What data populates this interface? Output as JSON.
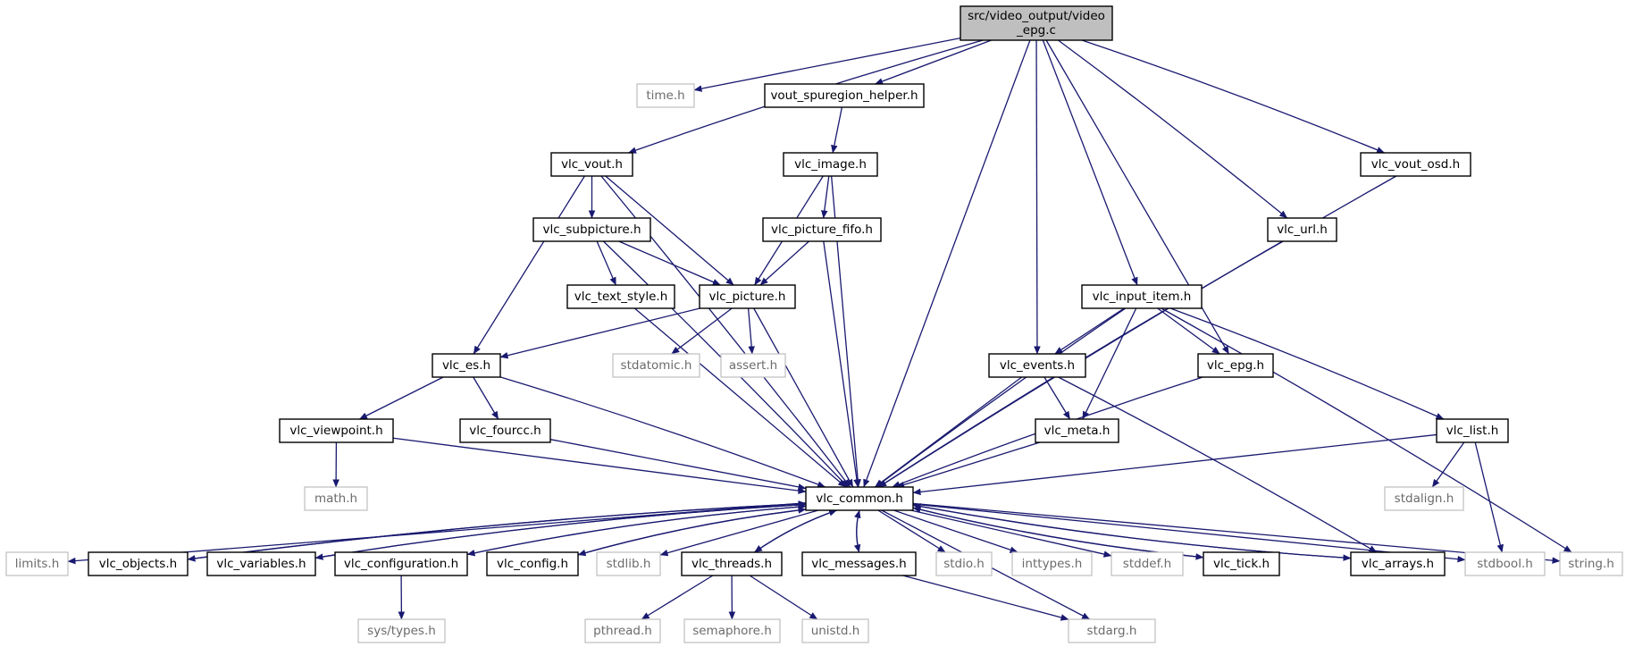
{
  "colors": {
    "edge": "#191970",
    "border_bold": "#000000",
    "border_light": "#bfbfbf",
    "root_fill": "#bfbfbf",
    "node_fill": "#ffffff",
    "text_dark": "#000000",
    "text_light": "#6b6b6b"
  },
  "nodes": [
    {
      "id": "root",
      "label": "src/video_output/video_epg.c",
      "lines": [
        "src/video_output/video",
        "_epg.c"
      ],
      "style": "root"
    },
    {
      "id": "time",
      "label": "time.h",
      "style": "light"
    },
    {
      "id": "vout_spuregion_helper",
      "label": "vout_spuregion_helper.h",
      "style": "bold"
    },
    {
      "id": "vlc_vout",
      "label": "vlc_vout.h",
      "style": "bold"
    },
    {
      "id": "vlc_image",
      "label": "vlc_image.h",
      "style": "bold"
    },
    {
      "id": "vlc_vout_osd",
      "label": "vlc_vout_osd.h",
      "style": "bold"
    },
    {
      "id": "vlc_subpicture",
      "label": "vlc_subpicture.h",
      "style": "bold"
    },
    {
      "id": "vlc_picture_fifo",
      "label": "vlc_picture_fifo.h",
      "style": "bold"
    },
    {
      "id": "vlc_url",
      "label": "vlc_url.h",
      "style": "bold"
    },
    {
      "id": "vlc_text_style",
      "label": "vlc_text_style.h",
      "style": "bold"
    },
    {
      "id": "vlc_picture",
      "label": "vlc_picture.h",
      "style": "bold"
    },
    {
      "id": "vlc_input_item",
      "label": "vlc_input_item.h",
      "style": "bold"
    },
    {
      "id": "vlc_es",
      "label": "vlc_es.h",
      "style": "bold"
    },
    {
      "id": "stdatomic",
      "label": "stdatomic.h",
      "style": "light"
    },
    {
      "id": "assert",
      "label": "assert.h",
      "style": "light"
    },
    {
      "id": "vlc_events",
      "label": "vlc_events.h",
      "style": "bold"
    },
    {
      "id": "vlc_epg",
      "label": "vlc_epg.h",
      "style": "bold"
    },
    {
      "id": "vlc_viewpoint",
      "label": "vlc_viewpoint.h",
      "style": "bold"
    },
    {
      "id": "vlc_fourcc",
      "label": "vlc_fourcc.h",
      "style": "bold"
    },
    {
      "id": "vlc_meta",
      "label": "vlc_meta.h",
      "style": "bold"
    },
    {
      "id": "vlc_list",
      "label": "vlc_list.h",
      "style": "bold"
    },
    {
      "id": "math",
      "label": "math.h",
      "style": "light"
    },
    {
      "id": "vlc_common",
      "label": "vlc_common.h",
      "style": "bold"
    },
    {
      "id": "stdalign",
      "label": "stdalign.h",
      "style": "light"
    },
    {
      "id": "limits",
      "label": "limits.h",
      "style": "light"
    },
    {
      "id": "vlc_objects",
      "label": "vlc_objects.h",
      "style": "bold"
    },
    {
      "id": "vlc_variables",
      "label": "vlc_variables.h",
      "style": "bold"
    },
    {
      "id": "vlc_configuration",
      "label": "vlc_configuration.h",
      "style": "bold"
    },
    {
      "id": "vlc_config",
      "label": "vlc_config.h",
      "style": "bold"
    },
    {
      "id": "stdlib",
      "label": "stdlib.h",
      "style": "light"
    },
    {
      "id": "vlc_threads",
      "label": "vlc_threads.h",
      "style": "bold"
    },
    {
      "id": "vlc_messages",
      "label": "vlc_messages.h",
      "style": "bold"
    },
    {
      "id": "stdio",
      "label": "stdio.h",
      "style": "light"
    },
    {
      "id": "inttypes",
      "label": "inttypes.h",
      "style": "light"
    },
    {
      "id": "stddef",
      "label": "stddef.h",
      "style": "light"
    },
    {
      "id": "vlc_tick",
      "label": "vlc_tick.h",
      "style": "bold"
    },
    {
      "id": "vlc_arrays",
      "label": "vlc_arrays.h",
      "style": "bold"
    },
    {
      "id": "stdbool",
      "label": "stdbool.h",
      "style": "light"
    },
    {
      "id": "string",
      "label": "string.h",
      "style": "light"
    },
    {
      "id": "sys_types",
      "label": "sys/types.h",
      "style": "light"
    },
    {
      "id": "pthread",
      "label": "pthread.h",
      "style": "light"
    },
    {
      "id": "semaphore",
      "label": "semaphore.h",
      "style": "light"
    },
    {
      "id": "unistd",
      "label": "unistd.h",
      "style": "light"
    },
    {
      "id": "stdarg",
      "label": "stdarg.h",
      "style": "light"
    }
  ],
  "edges": [
    [
      "root",
      "time"
    ],
    [
      "root",
      "vout_spuregion_helper"
    ],
    [
      "root",
      "vlc_vout"
    ],
    [
      "root",
      "vlc_common"
    ],
    [
      "root",
      "vlc_events"
    ],
    [
      "root",
      "vlc_input_item"
    ],
    [
      "root",
      "vlc_epg"
    ],
    [
      "root",
      "vlc_url"
    ],
    [
      "root",
      "vlc_vout_osd"
    ],
    [
      "vout_spuregion_helper",
      "vlc_image"
    ],
    [
      "vlc_vout",
      "vlc_subpicture"
    ],
    [
      "vlc_vout",
      "vlc_picture"
    ],
    [
      "vlc_vout",
      "vlc_es"
    ],
    [
      "vlc_vout",
      "vlc_common"
    ],
    [
      "vlc_image",
      "vlc_picture_fifo"
    ],
    [
      "vlc_image",
      "vlc_picture"
    ],
    [
      "vlc_image",
      "vlc_common"
    ],
    [
      "vlc_subpicture",
      "vlc_text_style"
    ],
    [
      "vlc_subpicture",
      "vlc_picture"
    ],
    [
      "vlc_subpicture",
      "vlc_common"
    ],
    [
      "vlc_picture_fifo",
      "vlc_picture"
    ],
    [
      "vlc_picture_fifo",
      "vlc_common"
    ],
    [
      "vlc_text_style",
      "vlc_common"
    ],
    [
      "vlc_picture",
      "vlc_es"
    ],
    [
      "vlc_picture",
      "stdatomic"
    ],
    [
      "vlc_picture",
      "assert"
    ],
    [
      "vlc_picture",
      "vlc_common"
    ],
    [
      "vlc_es",
      "vlc_viewpoint"
    ],
    [
      "vlc_es",
      "vlc_fourcc"
    ],
    [
      "vlc_es",
      "vlc_common"
    ],
    [
      "vlc_viewpoint",
      "math"
    ],
    [
      "vlc_viewpoint",
      "vlc_common"
    ],
    [
      "vlc_fourcc",
      "vlc_common"
    ],
    [
      "vlc_input_item",
      "vlc_events"
    ],
    [
      "vlc_input_item",
      "vlc_meta"
    ],
    [
      "vlc_input_item",
      "vlc_epg"
    ],
    [
      "vlc_input_item",
      "vlc_list"
    ],
    [
      "vlc_input_item",
      "vlc_common"
    ],
    [
      "vlc_input_item",
      "string"
    ],
    [
      "vlc_events",
      "vlc_meta"
    ],
    [
      "vlc_events",
      "vlc_common"
    ],
    [
      "vlc_events",
      "vlc_arrays"
    ],
    [
      "vlc_epg",
      "vlc_common"
    ],
    [
      "vlc_meta",
      "vlc_common"
    ],
    [
      "vlc_url",
      "vlc_common"
    ],
    [
      "vlc_vout_osd",
      "vlc_common"
    ],
    [
      "vlc_list",
      "stdalign"
    ],
    [
      "vlc_list",
      "stdbool"
    ],
    [
      "vlc_list",
      "vlc_common"
    ],
    [
      "vlc_common",
      "limits"
    ],
    [
      "vlc_common",
      "vlc_objects"
    ],
    [
      "vlc_common",
      "vlc_variables"
    ],
    [
      "vlc_common",
      "vlc_configuration"
    ],
    [
      "vlc_common",
      "vlc_config"
    ],
    [
      "vlc_common",
      "stdlib"
    ],
    [
      "vlc_common",
      "vlc_threads"
    ],
    [
      "vlc_common",
      "vlc_messages"
    ],
    [
      "vlc_common",
      "stdio"
    ],
    [
      "vlc_common",
      "inttypes"
    ],
    [
      "vlc_common",
      "stddef"
    ],
    [
      "vlc_common",
      "vlc_tick"
    ],
    [
      "vlc_common",
      "vlc_arrays"
    ],
    [
      "vlc_common",
      "stdbool"
    ],
    [
      "vlc_common",
      "string"
    ],
    [
      "vlc_common",
      "stdarg"
    ],
    [
      "vlc_objects",
      "vlc_common"
    ],
    [
      "vlc_variables",
      "vlc_common"
    ],
    [
      "vlc_configuration",
      "vlc_common"
    ],
    [
      "vlc_config",
      "vlc_common"
    ],
    [
      "vlc_threads",
      "vlc_common"
    ],
    [
      "vlc_messages",
      "vlc_common"
    ],
    [
      "vlc_tick",
      "vlc_common"
    ],
    [
      "vlc_arrays",
      "vlc_common"
    ],
    [
      "vlc_configuration",
      "sys_types"
    ],
    [
      "vlc_threads",
      "pthread"
    ],
    [
      "vlc_threads",
      "semaphore"
    ],
    [
      "vlc_threads",
      "unistd"
    ],
    [
      "vlc_messages",
      "stdarg"
    ]
  ]
}
